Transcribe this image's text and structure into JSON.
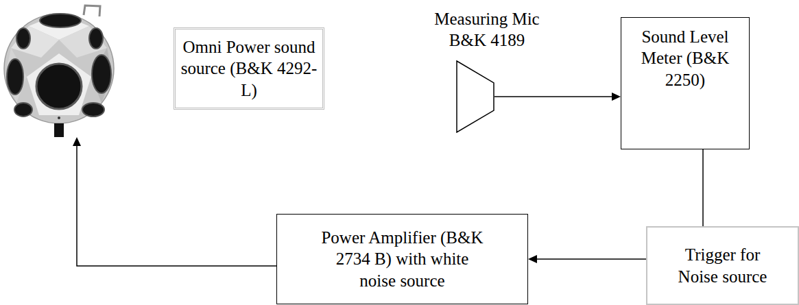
{
  "diagram": {
    "nodes": [
      {
        "text": [
          "Omni Power sound source (B&K 4292-L)"
        ]
      },
      {
        "text": [
          "Measuring Mic B&K 4189"
        ]
      },
      {
        "text": [
          "Sound Level Meter (B&K 2250)"
        ]
      },
      {
        "text": [
          "Power Amplifier (B&K 2734 B) with white noise source"
        ]
      },
      {
        "text": [
          "Trigger for Noise source"
        ]
      }
    ],
    "edges": [
      {
        "from": 1,
        "to": 2,
        "arrow": "to"
      },
      {
        "from": 2,
        "to": 4,
        "arrow": "none"
      },
      {
        "from": 4,
        "to": 3,
        "arrow": "to"
      },
      {
        "from": 3,
        "to": 0,
        "arrow": "to"
      }
    ]
  }
}
